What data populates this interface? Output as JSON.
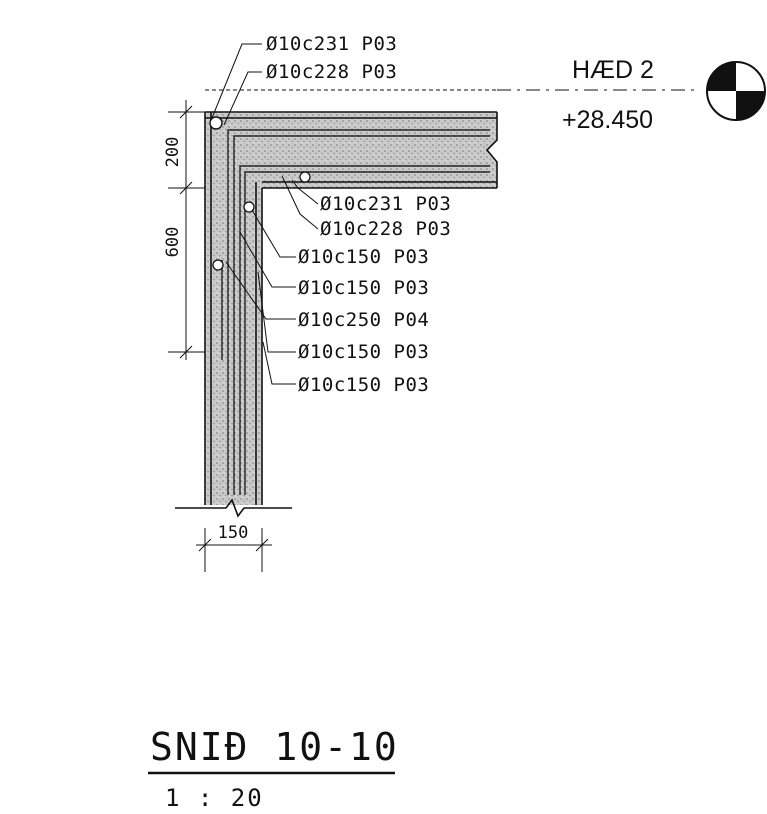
{
  "level": {
    "name": "HÆD 2",
    "elevation": "+28.450"
  },
  "rebar_labels": [
    "Ø10c231 P03",
    "Ø10c228 P03",
    "Ø10c231 P03",
    "Ø10c228 P03",
    "Ø10c150 P03",
    "Ø10c150 P03",
    "Ø10c250 P04",
    "Ø10c150 P03",
    "Ø10c150 P03"
  ],
  "dimensions": {
    "slab_depth": "200",
    "wall_height": "600",
    "wall_thickness": "150"
  },
  "title": {
    "section": "SNIÐ 10-10",
    "scale": "1 : 20"
  }
}
